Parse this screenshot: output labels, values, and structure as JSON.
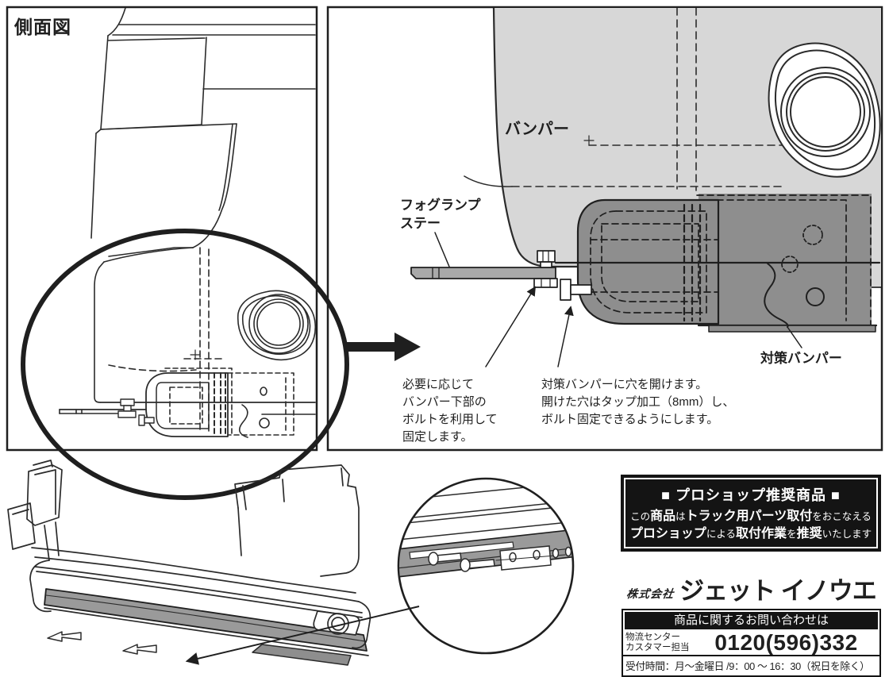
{
  "colors": {
    "ink": "#1f1f1f",
    "bumper_light_gray": "#d7d7d7",
    "stay_mid_gray": "#a9a9a9",
    "bracket_dark_gray": "#8e8e8e",
    "panel_black": "#141414",
    "paper_white": "#ffffff"
  },
  "side_view_panel": {
    "title": "側面図"
  },
  "detail_panel": {
    "bumper_label": "バンパー",
    "fog_lamp_stay_label": "フォグランプ\nステー",
    "counter_bumper_label": "対策バンパー",
    "note_bolt": "必要に応じて\nバンパー下部の\nボルトを利用して\n固定します。",
    "note_drill": "対策バンパーに穴を開けます。\n開けた穴はタップ加工（8mm）し、\nボルト固定できるようにします。"
  },
  "proshop_box": {
    "title": "■ プロショップ推奨商品 ■",
    "line1": [
      "この",
      "商品",
      "は",
      "トラック用パーツ取付",
      "をおこなえる"
    ],
    "line2": [
      "プロショップ",
      "による",
      "取付作業",
      "を",
      "推奨",
      "いたします"
    ]
  },
  "brand": {
    "prefix": "株式会社",
    "name": "ジェット イノウエ"
  },
  "contact_box": {
    "header": "商品に関するお問い合わせは",
    "dept": "物流センター\nカスタマー担当",
    "phone": "0120(596)332",
    "hours": "受付時間：月～金曜日 /9：00 ～ 16：30（祝日を除く）"
  }
}
